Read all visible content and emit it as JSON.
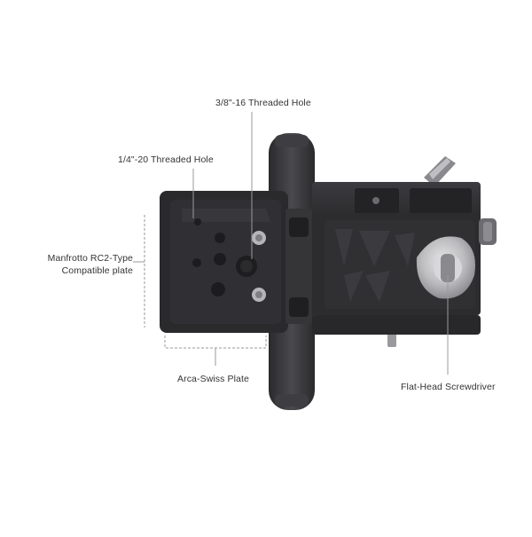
{
  "annotations": {
    "threaded_hole_3_8": "3/8\"-16 Threaded Hole",
    "threaded_hole_1_4": "1/4\"-20 Threaded Hole",
    "manfrotto_line1": "Manfrotto RC2-Type",
    "manfrotto_line2": "Compatible plate",
    "arca_swiss": "Arca-Swiss Plate",
    "flat_head": "Flat-Head Screwdriver"
  },
  "colors": {
    "background": "#ffffff",
    "body_dark": "#2b2b2d",
    "body_mid": "#3a3a3d",
    "accent_metal": "#b9b9bc",
    "callout_line": "#9a9a9a",
    "label_text": "#333333"
  }
}
